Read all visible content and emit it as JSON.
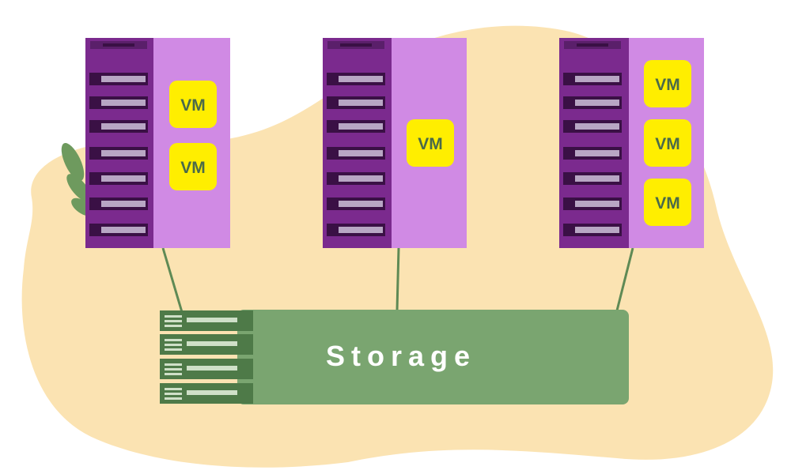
{
  "diagram": {
    "hosts": [
      {
        "vms": [
          "VM",
          "VM"
        ]
      },
      {
        "vms": [
          "VM"
        ]
      },
      {
        "vms": [
          "VM",
          "VM",
          "VM"
        ]
      }
    ],
    "storage": {
      "label": "Storage"
    },
    "colors": {
      "blob": "#fbe3b2",
      "rack_purple": "#7b2a8e",
      "rack_dark": "#5a1f6a",
      "panel_lilac": "#d08ae4",
      "vm_yellow": "#ffee00",
      "vm_text": "#4a6a4a",
      "storage_green": "#7aa570",
      "storage_dark": "#4e7a48",
      "line_green": "#5f8a55",
      "leaf_green": "#6e9a5e"
    }
  }
}
